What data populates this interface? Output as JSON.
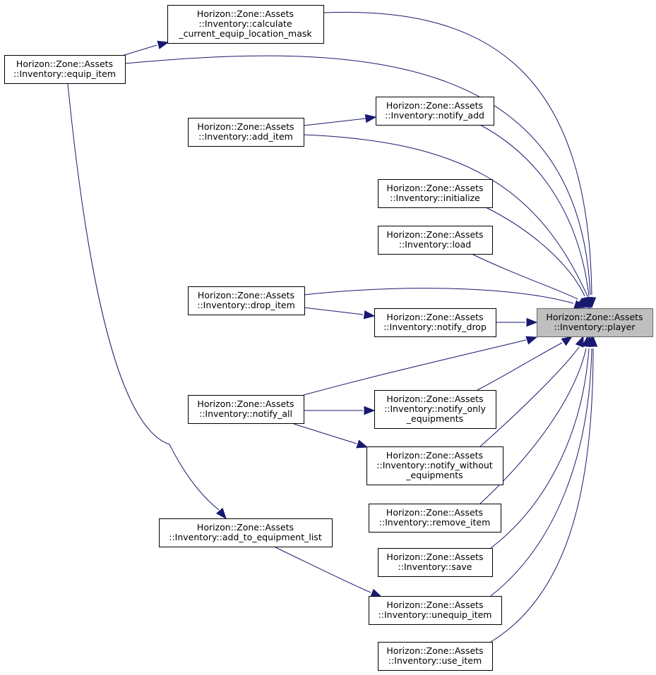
{
  "graph": {
    "edge_color": "#191970",
    "focus_fill": "#bfbfbf",
    "nodes": [
      {
        "id": "player",
        "lines": [
          "Horizon::Zone::Assets",
          "::Inventory::player"
        ],
        "focus": true
      },
      {
        "id": "calc_mask",
        "lines": [
          "Horizon::Zone::Assets",
          "::Inventory::calculate",
          "_current_equip_location_mask"
        ]
      },
      {
        "id": "equip_item",
        "lines": [
          "Horizon::Zone::Assets",
          "::Inventory::equip_item"
        ]
      },
      {
        "id": "notify_add",
        "lines": [
          "Horizon::Zone::Assets",
          "::Inventory::notify_add"
        ]
      },
      {
        "id": "add_item",
        "lines": [
          "Horizon::Zone::Assets",
          "::Inventory::add_item"
        ]
      },
      {
        "id": "initialize",
        "lines": [
          "Horizon::Zone::Assets",
          "::Inventory::initialize"
        ]
      },
      {
        "id": "load",
        "lines": [
          "Horizon::Zone::Assets",
          "::Inventory::load"
        ]
      },
      {
        "id": "drop_item",
        "lines": [
          "Horizon::Zone::Assets",
          "::Inventory::drop_item"
        ]
      },
      {
        "id": "notify_drop",
        "lines": [
          "Horizon::Zone::Assets",
          "::Inventory::notify_drop"
        ]
      },
      {
        "id": "notify_all",
        "lines": [
          "Horizon::Zone::Assets",
          "::Inventory::notify_all"
        ]
      },
      {
        "id": "notify_only_eq",
        "lines": [
          "Horizon::Zone::Assets",
          "::Inventory::notify_only",
          "_equipments"
        ]
      },
      {
        "id": "notify_without_eq",
        "lines": [
          "Horizon::Zone::Assets",
          "::Inventory::notify_without",
          "_equipments"
        ]
      },
      {
        "id": "remove_item",
        "lines": [
          "Horizon::Zone::Assets",
          "::Inventory::remove_item"
        ]
      },
      {
        "id": "add_to_eq_list",
        "lines": [
          "Horizon::Zone::Assets",
          "::Inventory::add_to_equipment_list"
        ]
      },
      {
        "id": "save",
        "lines": [
          "Horizon::Zone::Assets",
          "::Inventory::save"
        ]
      },
      {
        "id": "unequip_item",
        "lines": [
          "Horizon::Zone::Assets",
          "::Inventory::unequip_item"
        ]
      },
      {
        "id": "use_item",
        "lines": [
          "Horizon::Zone::Assets",
          "::Inventory::use_item"
        ]
      }
    ],
    "edges": [
      {
        "from": "calc_mask",
        "to": "player"
      },
      {
        "from": "equip_item",
        "to": "calc_mask"
      },
      {
        "from": "equip_item",
        "to": "player"
      },
      {
        "from": "equip_item",
        "to": "add_to_eq_list"
      },
      {
        "from": "notify_add",
        "to": "player"
      },
      {
        "from": "add_item",
        "to": "notify_add"
      },
      {
        "from": "add_item",
        "to": "player"
      },
      {
        "from": "initialize",
        "to": "player"
      },
      {
        "from": "load",
        "to": "player"
      },
      {
        "from": "drop_item",
        "to": "player"
      },
      {
        "from": "drop_item",
        "to": "notify_drop"
      },
      {
        "from": "notify_drop",
        "to": "player"
      },
      {
        "from": "notify_all",
        "to": "player"
      },
      {
        "from": "notify_all",
        "to": "notify_only_eq"
      },
      {
        "from": "notify_all",
        "to": "notify_without_eq"
      },
      {
        "from": "notify_only_eq",
        "to": "player"
      },
      {
        "from": "notify_without_eq",
        "to": "player"
      },
      {
        "from": "remove_item",
        "to": "player"
      },
      {
        "from": "add_to_eq_list",
        "to": "unequip_item"
      },
      {
        "from": "save",
        "to": "player"
      },
      {
        "from": "unequip_item",
        "to": "player"
      },
      {
        "from": "use_item",
        "to": "player"
      }
    ]
  }
}
